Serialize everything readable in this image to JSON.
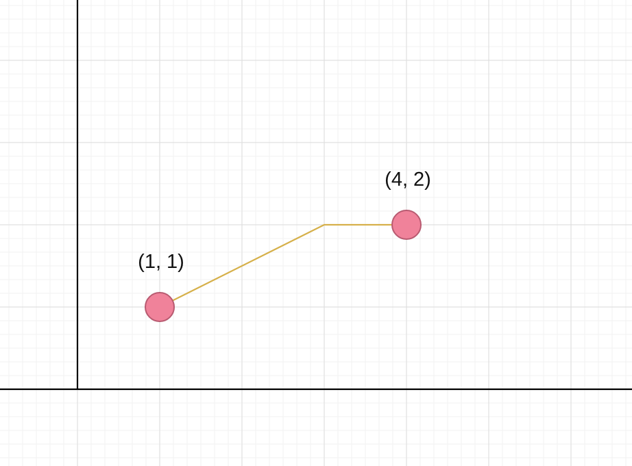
{
  "colors": {
    "background": "#ffffff",
    "minor_grid": "#f2f2f2",
    "major_grid": "#e0e0e0",
    "axis": "#000000",
    "path": "#d6b04a",
    "point_fill": "#f0829a",
    "point_stroke": "#b85a70"
  },
  "diagram": {
    "points": [
      {
        "label": "(1, 1)",
        "x": 1,
        "y": 1
      },
      {
        "label": "(4, 2)",
        "x": 4,
        "y": 2
      }
    ],
    "path": [
      {
        "x": 1,
        "y": 1
      },
      {
        "x": 3,
        "y": 2
      },
      {
        "x": 4,
        "y": 2
      }
    ]
  }
}
